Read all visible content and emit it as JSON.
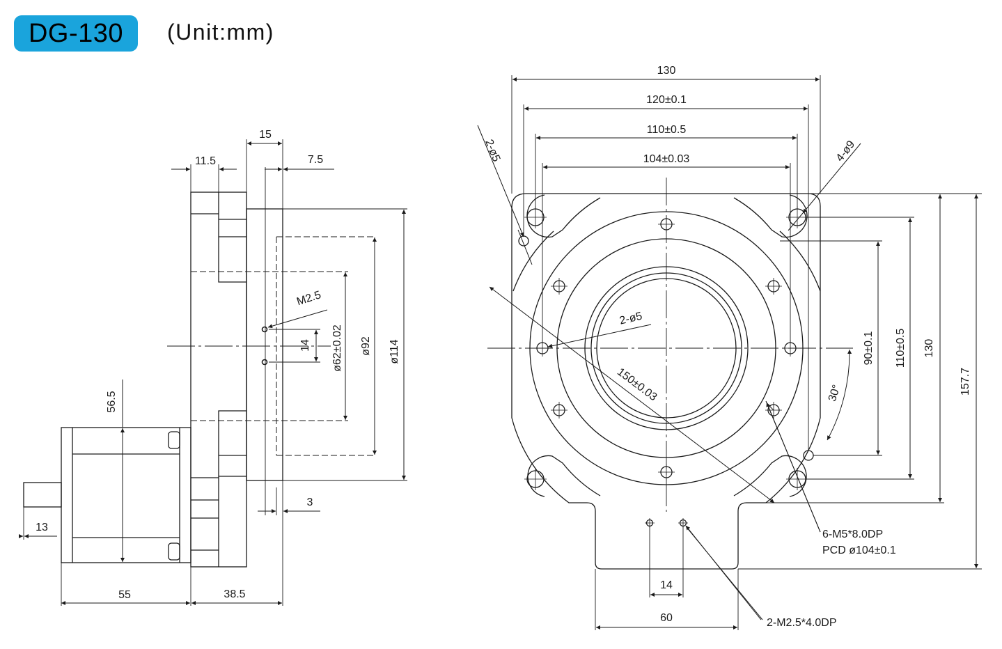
{
  "header": {
    "model": "DG-130",
    "unit": "(Unit:mm)"
  },
  "side_view": {
    "dims": {
      "d15": "15",
      "d11_5": "11.5",
      "d7_5": "7.5",
      "m2_5": "M2.5",
      "d14": "14",
      "d62": "ø62±0.02",
      "d92": "ø92",
      "d114": "ø114",
      "d56_5": "56.5",
      "d3": "3",
      "d13": "13",
      "d55": "55",
      "d38_5": "38.5"
    }
  },
  "front_view": {
    "dims": {
      "w130": "130",
      "w120": "120±0.1",
      "w110": "110±0.5",
      "w104": "104±0.03",
      "phi5_top": "2-ø5",
      "phi9": "4-ø9",
      "phi5_mid": "2-ø5",
      "pcd150": "150±0.03",
      "h90": "90±0.1",
      "h110": "110±0.5",
      "h130": "130",
      "h157_7": "157.7",
      "ang30": "30°",
      "m5": "6-M5*8.0DP",
      "pcd104": "PCD ø104±0.1",
      "w14": "14",
      "w60": "60",
      "m2_5_holes": "2-M2.5*4.0DP"
    }
  }
}
